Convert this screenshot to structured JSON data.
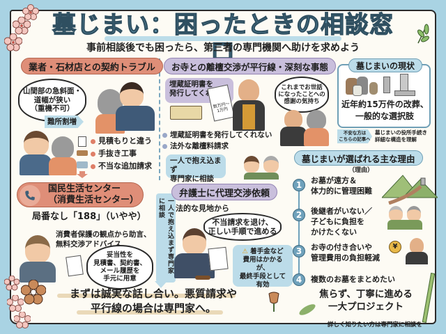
{
  "header": {
    "title": "墓じまい：困ったときの相談窓口",
    "subtitle": "事前相談後でも困ったら、第三者の専門機関へ助けを求めよう"
  },
  "section_contractor": {
    "heading": "業者・石材店との契約トラブル",
    "bubble": [
      "山間部の急斜面・",
      "道幅が狭い",
      "（重機不可）"
    ],
    "arrow_label": "難所割増",
    "items": [
      "見積もりと違う",
      "手抜き工事",
      "不当な追加請求"
    ]
  },
  "section_temple": {
    "heading": "お寺との離檀交渉が平行線・深刻な事態",
    "box": [
      "埋蔵証明書を",
      "発行してくれない"
    ],
    "document_text": [
      "数万円〜",
      "1万円"
    ],
    "bubble": [
      "これまでお世話",
      "になったことへの",
      "感謝の気持ち"
    ],
    "items": [
      "埋蔵証明書を発行してくれない",
      "法外な離檀料請求"
    ],
    "advice_box": [
      "一人で抱え込まず",
      "専門家に相談"
    ]
  },
  "section_status": {
    "heading": "墓じまいの現状",
    "body": [
      "近年約15万件の改葬、",
      "一般的な選択肢"
    ],
    "link_arrow": [
      "不安な方は",
      "こちらの記事へ"
    ],
    "link_text": [
      "墓じまいの役所手続き",
      "詳細な構造を理解"
    ]
  },
  "section_consumer": {
    "heading": [
      "国民生活センター",
      "（消費生活センター）"
    ],
    "phone_line": "局番なし「188」（いやや）",
    "description": [
      "消費者保護の観点から助言、",
      "無料交渉アドバイス"
    ],
    "bubble": [
      "妥当性を",
      "見積書、契約書、",
      "メール履歴を",
      "手元に用意"
    ]
  },
  "vertical_arrow": "一人で抱え込まず専門家に相談",
  "section_lawyer": {
    "heading": "弁護士に代理交渉依頼",
    "subheading": "法的な見地から",
    "bubble": [
      "不当請求を退け、",
      "正しい手順で進める"
    ],
    "warning": [
      "着手金など",
      "費用はかかるが、",
      "最終手段として",
      "有効"
    ]
  },
  "section_reasons": {
    "heading": "墓じまいが選ばれる主な理由",
    "subheading": "（理由）",
    "items": [
      {
        "num": "1",
        "lines": [
          "お墓が遠方＆",
          "体力的に管理困難"
        ]
      },
      {
        "num": "2",
        "lines": [
          "後継者がいない／",
          "子どもに負担を",
          "かけたくない"
        ]
      },
      {
        "num": "3",
        "lines": [
          "お寺の付き合いや",
          "管理費用の負担軽減"
        ]
      },
      {
        "num": "4",
        "lines": [
          "複数のお墓をまとめたい"
        ]
      }
    ],
    "closing": [
      "焦らず、丁寧に進める",
      "一大プロジェクト"
    ]
  },
  "footer": {
    "main": [
      "まずは誠実な話し合い。悪質請求や",
      "平行線の場合は専門家へ。"
    ],
    "note": "詳しく知りたい方は専門家に相談を"
  },
  "colors": {
    "background": "#a9d3e3",
    "paper": "#fdfbf4",
    "title": "#5e94ad",
    "red_pill": "#df8e78",
    "purple_pill": "#c9bfdc",
    "blue_pill": "#bcdce9",
    "number_badge": "#6fa1bb"
  }
}
